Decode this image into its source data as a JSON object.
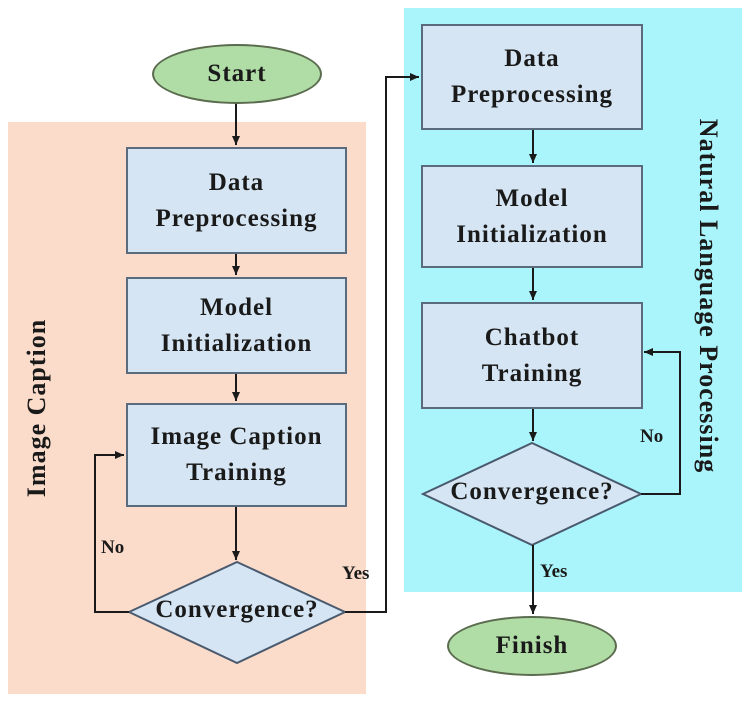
{
  "start": "Start",
  "finish": "Finish",
  "left": {
    "title": "Image Caption",
    "data_preprocessing": [
      "Data",
      "Preprocessing"
    ],
    "model_initialization": [
      "Model",
      "Initialization"
    ],
    "training": [
      "Image Caption",
      "Training"
    ],
    "decision": "Convergence?",
    "no_label": "No",
    "yes_label": "Yes"
  },
  "right": {
    "title": "Natural Language Processing",
    "data_preprocessing": [
      "Data",
      "Preprocessing"
    ],
    "model_initialization": [
      "Model",
      "Initialization"
    ],
    "training": [
      "Chatbot",
      "Training"
    ],
    "decision": "Convergence?",
    "no_label": "No",
    "yes_label": "Yes"
  },
  "colors": {
    "left_panel": "#fbdccb",
    "right_panel": "#aaf5fb",
    "process_box": "#d5e5f3",
    "terminal": "#b0dca6"
  }
}
